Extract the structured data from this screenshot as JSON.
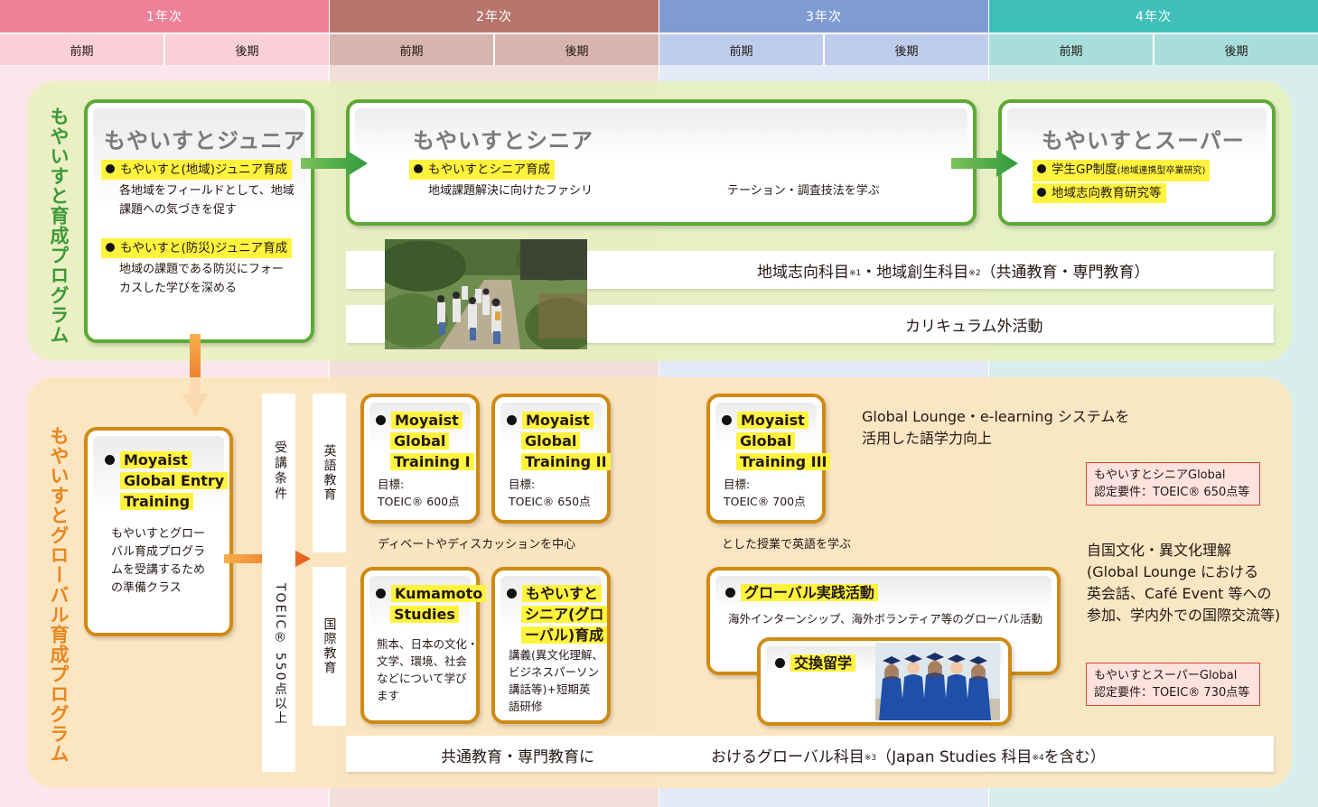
{
  "header": {
    "years": [
      "1年次",
      "2年次",
      "3年次",
      "4年次"
    ],
    "semesters": [
      "前期",
      "後期",
      "前期",
      "後期",
      "前期",
      "後期",
      "前期",
      "後期"
    ],
    "colors": {
      "year1": "#ee8197",
      "year2": "#b7766d",
      "year3": "#7f9bd2",
      "year4": "#3fbfb9",
      "sem1": "#f9cfd8",
      "sem2": "#d7b4ad",
      "sem3": "#bfcdec",
      "sem4": "#a7dedc",
      "bg1": "#fbe7eb",
      "bg2": "#f1ded9",
      "bg3": "#e3e9f6",
      "bg4": "#d7eeed"
    }
  },
  "moyaist_program": {
    "side_title": "もやいすと育成プログラム",
    "junior": {
      "title": "もやいすとジュニア",
      "item1_label": "もやいすと(地域)ジュニア育成",
      "item1_text_l1": "各地域をフィールドとして、地域",
      "item1_text_l2": "課題への気づきを促す",
      "item2_label": "もやいすと(防災)ジュニア育成",
      "item2_text_l1": "地域の課題である防災にフォー",
      "item2_text_l2": "カスした学びを深める"
    },
    "senior": {
      "title": "もやいすとシニア",
      "item_label": "もやいすとシニア育成",
      "text_a": "地域課題解決に向けたファシリ",
      "text_b": "テーション・調査技法を学ぶ"
    },
    "super": {
      "title": "もやいすとスーパー",
      "item1_label": "学生GP制度",
      "item1_small": "(地域連携型卒業研究)",
      "item2_label": "地域志向教育研究等"
    },
    "strip1": {
      "part1": "地域志向科目",
      "note1": "※1",
      "part2": "・地域創生科目",
      "note2": "※2",
      "part3": "（共通教育・専門教育）"
    },
    "strip2": "カリキュラム外活動",
    "photo_icon": "hiking-group-photo"
  },
  "global_program": {
    "side_title": "もやいすとグローバル育成プログラム",
    "entry": {
      "label_l1": "Moyaist",
      "label_l2": "Global Entry",
      "label_l3": "Training",
      "text_l1": "もやいすとグロー",
      "text_l2": "バル育成プログラ",
      "text_l3": "ムを受講するため",
      "text_l4": "の準備クラス"
    },
    "condition": {
      "label": "受講条件",
      "value": "TOEIC® 550点以上"
    },
    "english_label": "英語教育",
    "international_label": "国際教育",
    "training1": {
      "l1": "Moyaist",
      "l2": "Global",
      "l3": "Training I",
      "goal_label": "目標:",
      "goal": "TOEIC® 600点"
    },
    "training2": {
      "l1": "Moyaist",
      "l2": "Global",
      "l3": "Training II",
      "goal_label": "目標:",
      "goal": "TOEIC® 650点"
    },
    "training3": {
      "l1": "Moyaist",
      "l2": "Global",
      "l3": "Training III",
      "goal_label": "目標:",
      "goal": "TOEIC® 700点"
    },
    "debate_a": "ディベートやディスカッションを中心",
    "debate_b": "とした授業で英語を学ぶ",
    "lounge_l1": "Global Lounge・e-learning システムを",
    "lounge_l2": "活用した語学力向上",
    "senior_global_req_l1": "もやいすとシニアGlobal",
    "senior_global_req_l2": "認定要件：TOEIC® 650点等",
    "super_global_req_l1": "もやいすとスーパーGlobal",
    "super_global_req_l2": "認定要件：TOEIC® 730点等",
    "culture_l1": "自国文化・異文化理解",
    "culture_l2": "(Global Lounge における",
    "culture_l3": "英会話、Café Event 等への",
    "culture_l4": "参加、学内外での国際交流等)",
    "kumamoto": {
      "l1": "Kumamoto",
      "l2": "Studies",
      "t1": "熊本、日本の文化・",
      "t2": "文学、環境、社会",
      "t3": "などについて学び",
      "t4": "ます"
    },
    "senior_global": {
      "l1": "もやいすと",
      "l2": "シニア(グロ",
      "l3": "ーバル)育成",
      "t1": "講義(異文化理解、",
      "t2": "ビジネスパーソン",
      "t3": "講話等)+短期英",
      "t4": "語研修"
    },
    "practice": {
      "label": "グローバル実践活動",
      "text": "海外インターンシップ、海外ボランティア等のグローバル活動"
    },
    "exchange": {
      "label": "交換留学",
      "photo_icon": "graduates-photo"
    },
    "bottom_strip": {
      "part_a": "共通教育・専門教育に",
      "part_b1": "おけるグローバル科目",
      "note3": "※3",
      "part_b2": "（Japan Studies 科目",
      "note4": "※4",
      "part_b3": "を含む）"
    }
  }
}
